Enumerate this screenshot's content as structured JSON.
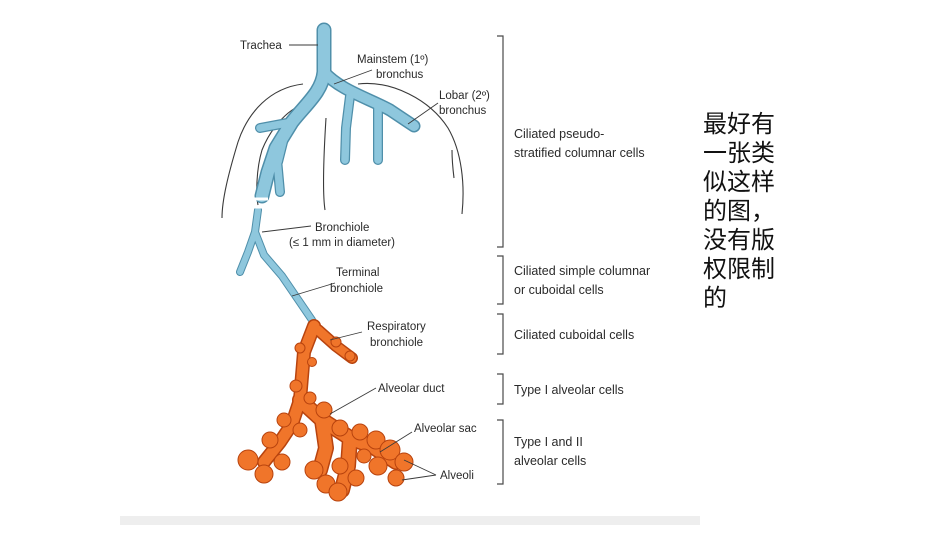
{
  "labels": {
    "trachea": "Trachea",
    "mainstem_1": "Mainstem (1º)",
    "mainstem_2": "bronchus",
    "lobar_1": "Lobar (2º)",
    "lobar_2": "bronchus",
    "bronchiole_1": "Bronchiole",
    "bronchiole_2": "(≤ 1 mm in diameter)",
    "terminal_1": "Terminal",
    "terminal_2": "bronchiole",
    "respiratory_1": "Respiratory",
    "respiratory_2": "bronchiole",
    "alveolar_duct": "Alveolar duct",
    "alveolar_sac": "Alveolar sac",
    "alveoli": "Alveoli"
  },
  "cell_types": {
    "pseudo_1": "Ciliated pseudo-",
    "pseudo_2": "stratified columnar cells",
    "simple_1": "Ciliated simple columnar",
    "simple_2": "or cuboidal cells",
    "cuboidal": "Ciliated cuboidal cells",
    "type1": "Type I alveolar cells",
    "type12_1": "Type I and II",
    "type12_2": "alveolar cells"
  },
  "side_note": "最好有一张类似这样的图，没有版权限制的",
  "colors": {
    "conducting_airway": "#8ec7dd",
    "respiratory_zone": "#f0752a"
  }
}
